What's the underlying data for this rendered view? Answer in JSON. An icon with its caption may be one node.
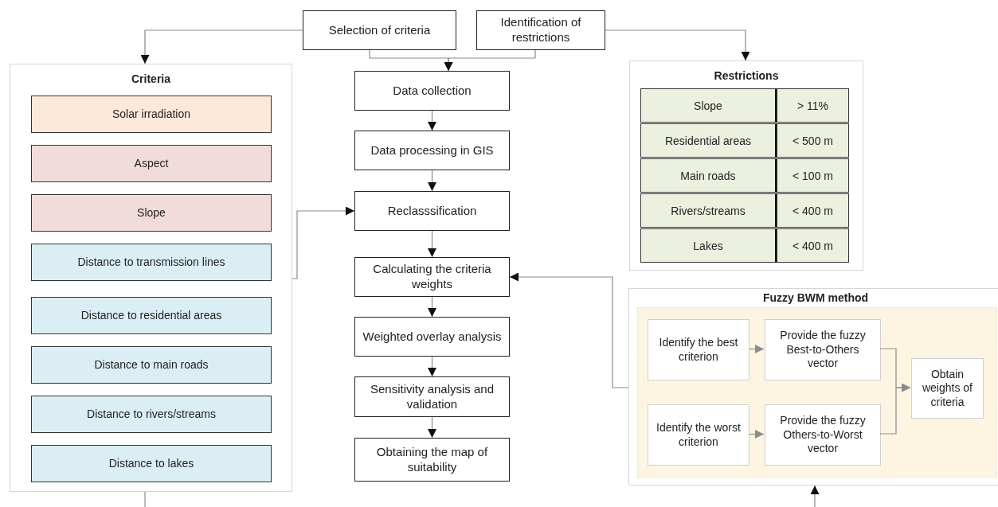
{
  "diagram": {
    "nodes": [
      {
        "text": [
          "Selection of criteria"
        ]
      },
      {
        "text": [
          "Identification of restrictions"
        ]
      },
      {
        "text": [
          "Criteria"
        ]
      },
      {
        "text": [
          "Solar irradiation"
        ],
        "in": 2
      },
      {
        "text": [
          "Aspect"
        ],
        "in": 2
      },
      {
        "text": [
          "Slope"
        ],
        "in": 2
      },
      {
        "text": [
          "Distance to transmission lines"
        ],
        "in": 2
      },
      {
        "text": [
          "Distance to residential areas"
        ],
        "in": 2
      },
      {
        "text": [
          "Distance to main roads"
        ],
        "in": 2
      },
      {
        "text": [
          "Distance to rivers/streams"
        ],
        "in": 2
      },
      {
        "text": [
          "Distance to lakes"
        ],
        "in": 2
      },
      {
        "text": [
          "Data collection"
        ]
      },
      {
        "text": [
          "Data processing in GIS"
        ]
      },
      {
        "text": [
          "Reclasssification"
        ]
      },
      {
        "text": [
          "Calculating the criteria weights"
        ]
      },
      {
        "text": [
          "Weighted overlay analysis"
        ]
      },
      {
        "text": [
          "Sensitivity analysis and validation"
        ]
      },
      {
        "text": [
          "Obtaining the map of suitability"
        ]
      },
      {
        "text": [
          "Restrictions"
        ]
      },
      {
        "text": [
          "Fuzzy BWM method"
        ]
      },
      {
        "text": [
          "Identify the best criterion"
        ],
        "in": 19
      },
      {
        "text": [
          "Provide the fuzzy Best-to-Others vector"
        ],
        "in": 19
      },
      {
        "text": [
          "Identify the worst criterion"
        ],
        "in": 19
      },
      {
        "text": [
          "Provide the fuzzy Others-to-Worst vector"
        ],
        "in": 19
      },
      {
        "text": [
          "Obtain weights of criteria"
        ],
        "in": 19
      }
    ],
    "edges": [
      {
        "from": 0,
        "to": 2,
        "arrow": "to"
      },
      {
        "from": 1,
        "to": 18,
        "arrow": "to"
      },
      {
        "from": 0,
        "to": 11,
        "arrow": "to"
      },
      {
        "from": 1,
        "to": 11,
        "arrow": "to"
      },
      {
        "from": 11,
        "to": 12,
        "arrow": "to"
      },
      {
        "from": 12,
        "to": 13,
        "arrow": "to"
      },
      {
        "from": 13,
        "to": 14,
        "arrow": "to"
      },
      {
        "from": 14,
        "to": 15,
        "arrow": "to"
      },
      {
        "from": 15,
        "to": 16,
        "arrow": "to"
      },
      {
        "from": 16,
        "to": 17,
        "arrow": "to"
      },
      {
        "from": 2,
        "to": 13,
        "arrow": "to"
      },
      {
        "from": 19,
        "to": 14,
        "arrow": "to"
      },
      {
        "from": 20,
        "to": 21,
        "arrow": "to",
        "color": "#8c8c8c"
      },
      {
        "from": 22,
        "to": 23,
        "arrow": "to",
        "color": "#8c8c8c"
      },
      {
        "from": 21,
        "to": 24,
        "arrow": "to",
        "color": "#8c8c8c"
      },
      {
        "from": 23,
        "to": 24,
        "arrow": "to",
        "color": "#8c8c8c"
      },
      {
        "from": null,
        "to": 19,
        "arrow": "to"
      },
      {
        "from": 2,
        "to": null,
        "arrow": "none"
      }
    ],
    "labels": [
      "Slope",
      "> 11%",
      "Residential areas",
      "< 500 m",
      "Main roads",
      "< 100 m",
      "Rivers/streams",
      "< 400 m",
      "Lakes",
      "< 400 m"
    ]
  }
}
